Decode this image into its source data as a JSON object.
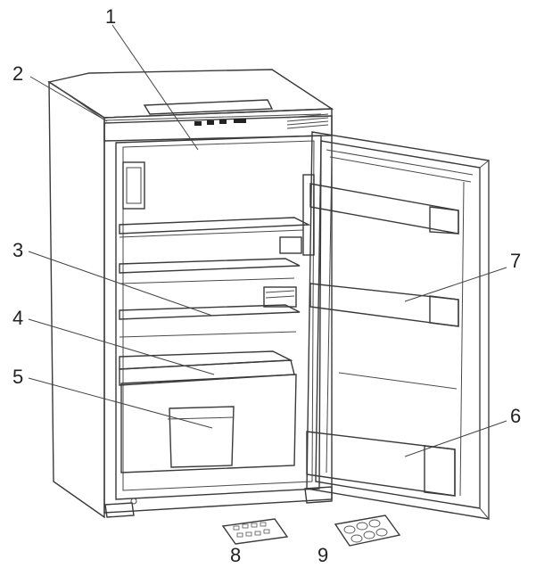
{
  "diagram": {
    "callouts": [
      {
        "id": "1",
        "label": "1"
      },
      {
        "id": "2",
        "label": "2"
      },
      {
        "id": "3",
        "label": "3"
      },
      {
        "id": "4",
        "label": "4"
      },
      {
        "id": "5",
        "label": "5"
      },
      {
        "id": "6",
        "label": "6"
      },
      {
        "id": "7",
        "label": "7"
      },
      {
        "id": "8",
        "label": "8"
      },
      {
        "id": "9",
        "label": "9"
      }
    ],
    "colors": {
      "line": "#3a3a3a",
      "background": "#ffffff",
      "control_panel": "#1a1a1a"
    }
  }
}
